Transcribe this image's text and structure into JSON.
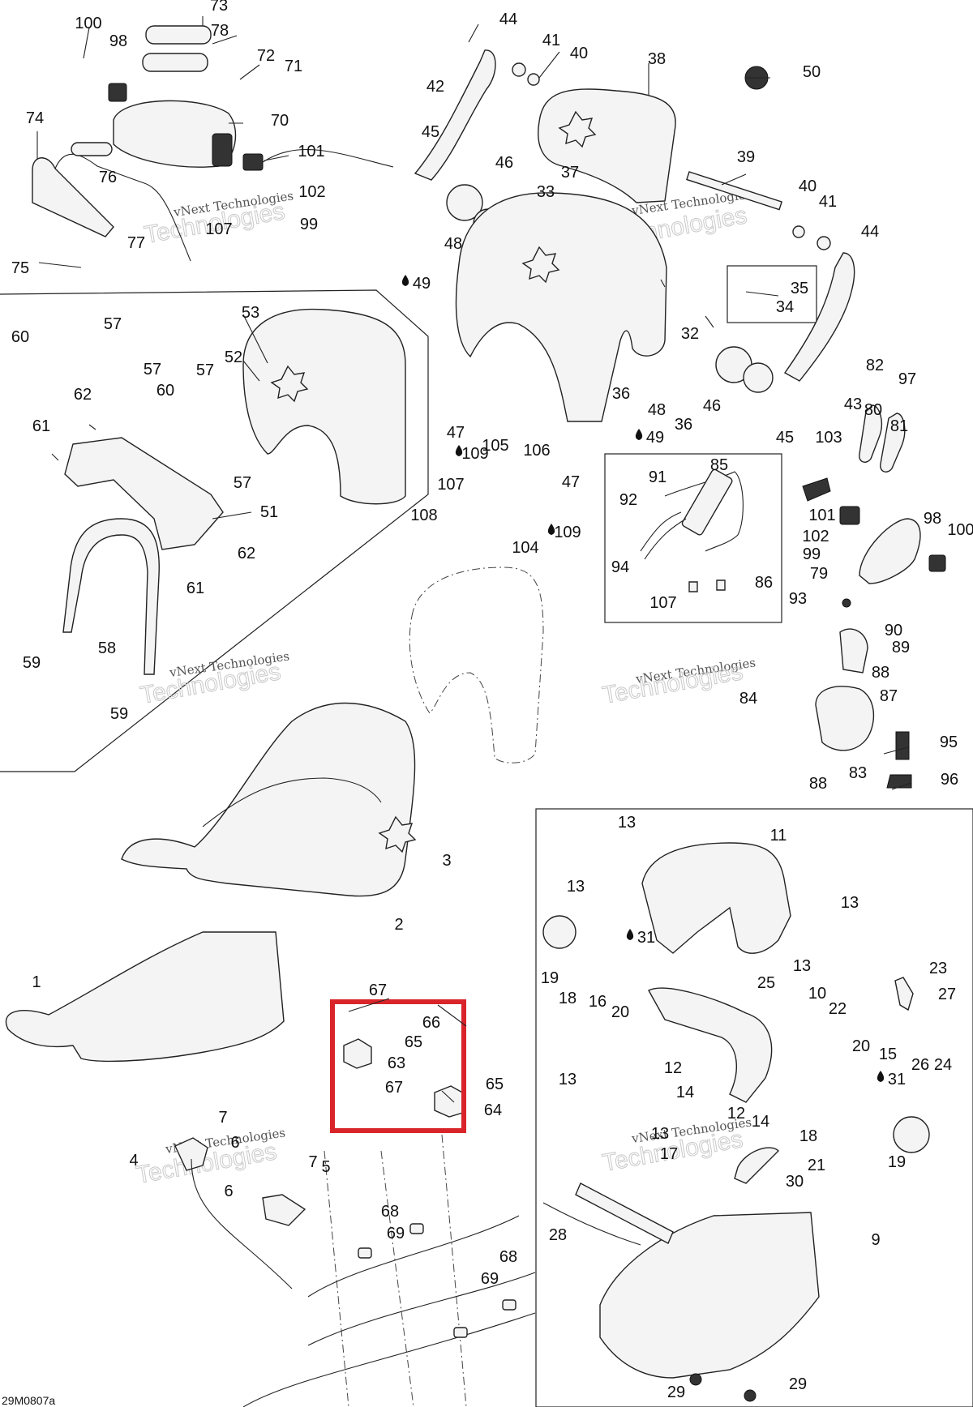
{
  "figure_id": "29M0807a",
  "highlight_color": "#d9252a",
  "watermark": {
    "small": "vNext Technologies",
    "large": "Technologies"
  },
  "callouts": [
    {
      "id": "c1",
      "text": "1"
    },
    {
      "id": "c2",
      "text": "2"
    },
    {
      "id": "c3",
      "text": "3"
    },
    {
      "id": "c4",
      "text": "4"
    },
    {
      "id": "c5",
      "text": "5"
    },
    {
      "id": "c6a",
      "text": "6"
    },
    {
      "id": "c6b",
      "text": "6"
    },
    {
      "id": "c7a",
      "text": "7"
    },
    {
      "id": "c7b",
      "text": "7"
    },
    {
      "id": "c9",
      "text": "9"
    },
    {
      "id": "c10",
      "text": "10"
    },
    {
      "id": "c11",
      "text": "11"
    },
    {
      "id": "c12a",
      "text": "12"
    },
    {
      "id": "c12b",
      "text": "12"
    },
    {
      "id": "c13a",
      "text": "13"
    },
    {
      "id": "c13b",
      "text": "13"
    },
    {
      "id": "c13c",
      "text": "13"
    },
    {
      "id": "c13d",
      "text": "13"
    },
    {
      "id": "c13e",
      "text": "13"
    },
    {
      "id": "c13f",
      "text": "13"
    },
    {
      "id": "c14a",
      "text": "14"
    },
    {
      "id": "c14b",
      "text": "14"
    },
    {
      "id": "c15",
      "text": "15"
    },
    {
      "id": "c16",
      "text": "16"
    },
    {
      "id": "c17",
      "text": "17"
    },
    {
      "id": "c18a",
      "text": "18"
    },
    {
      "id": "c18b",
      "text": "18"
    },
    {
      "id": "c19a",
      "text": "19"
    },
    {
      "id": "c19b",
      "text": "19"
    },
    {
      "id": "c20a",
      "text": "20"
    },
    {
      "id": "c20b",
      "text": "20"
    },
    {
      "id": "c21",
      "text": "21"
    },
    {
      "id": "c22",
      "text": "22"
    },
    {
      "id": "c23",
      "text": "23"
    },
    {
      "id": "c24",
      "text": "24"
    },
    {
      "id": "c25",
      "text": "25"
    },
    {
      "id": "c26",
      "text": "26"
    },
    {
      "id": "c27",
      "text": "27"
    },
    {
      "id": "c28",
      "text": "28"
    },
    {
      "id": "c29a",
      "text": "29"
    },
    {
      "id": "c29b",
      "text": "29"
    },
    {
      "id": "c30",
      "text": "30"
    },
    {
      "id": "c31a",
      "text": "31"
    },
    {
      "id": "c31b",
      "text": "31"
    },
    {
      "id": "c32",
      "text": "32"
    },
    {
      "id": "c33",
      "text": "33"
    },
    {
      "id": "c34",
      "text": "34"
    },
    {
      "id": "c35",
      "text": "35"
    },
    {
      "id": "c36a",
      "text": "36"
    },
    {
      "id": "c36b",
      "text": "36"
    },
    {
      "id": "c37",
      "text": "37"
    },
    {
      "id": "c38",
      "text": "38"
    },
    {
      "id": "c39",
      "text": "39"
    },
    {
      "id": "c40a",
      "text": "40"
    },
    {
      "id": "c40b",
      "text": "40"
    },
    {
      "id": "c41a",
      "text": "41"
    },
    {
      "id": "c41b",
      "text": "41"
    },
    {
      "id": "c42",
      "text": "42"
    },
    {
      "id": "c43",
      "text": "43"
    },
    {
      "id": "c44a",
      "text": "44"
    },
    {
      "id": "c44b",
      "text": "44"
    },
    {
      "id": "c45a",
      "text": "45"
    },
    {
      "id": "c45b",
      "text": "45"
    },
    {
      "id": "c46a",
      "text": "46"
    },
    {
      "id": "c46b",
      "text": "46"
    },
    {
      "id": "c47a",
      "text": "47"
    },
    {
      "id": "c47b",
      "text": "47"
    },
    {
      "id": "c48a",
      "text": "48"
    },
    {
      "id": "c48b",
      "text": "48"
    },
    {
      "id": "c49a",
      "text": "49"
    },
    {
      "id": "c49b",
      "text": "49"
    },
    {
      "id": "c50",
      "text": "50"
    },
    {
      "id": "c51",
      "text": "51"
    },
    {
      "id": "c52",
      "text": "52"
    },
    {
      "id": "c53",
      "text": "53"
    },
    {
      "id": "c57a",
      "text": "57"
    },
    {
      "id": "c57b",
      "text": "57"
    },
    {
      "id": "c57c",
      "text": "57"
    },
    {
      "id": "c57d",
      "text": "57"
    },
    {
      "id": "c58",
      "text": "58"
    },
    {
      "id": "c59a",
      "text": "59"
    },
    {
      "id": "c59b",
      "text": "59"
    },
    {
      "id": "c60a",
      "text": "60"
    },
    {
      "id": "c60b",
      "text": "60"
    },
    {
      "id": "c61a",
      "text": "61"
    },
    {
      "id": "c61b",
      "text": "61"
    },
    {
      "id": "c62a",
      "text": "62"
    },
    {
      "id": "c62b",
      "text": "62"
    },
    {
      "id": "c63",
      "text": "63"
    },
    {
      "id": "c64",
      "text": "64"
    },
    {
      "id": "c65a",
      "text": "65"
    },
    {
      "id": "c65b",
      "text": "65"
    },
    {
      "id": "c66",
      "text": "66"
    },
    {
      "id": "c67a",
      "text": "67"
    },
    {
      "id": "c67b",
      "text": "67"
    },
    {
      "id": "c68a",
      "text": "68"
    },
    {
      "id": "c68b",
      "text": "68"
    },
    {
      "id": "c69a",
      "text": "69"
    },
    {
      "id": "c69b",
      "text": "69"
    },
    {
      "id": "c70",
      "text": "70"
    },
    {
      "id": "c71",
      "text": "71"
    },
    {
      "id": "c72",
      "text": "72"
    },
    {
      "id": "c73",
      "text": "73"
    },
    {
      "id": "c74",
      "text": "74"
    },
    {
      "id": "c75",
      "text": "75"
    },
    {
      "id": "c76",
      "text": "76"
    },
    {
      "id": "c77",
      "text": "77"
    },
    {
      "id": "c78",
      "text": "78"
    },
    {
      "id": "c79",
      "text": "79"
    },
    {
      "id": "c80",
      "text": "80"
    },
    {
      "id": "c81",
      "text": "81"
    },
    {
      "id": "c82",
      "text": "82"
    },
    {
      "id": "c83",
      "text": "83"
    },
    {
      "id": "c84",
      "text": "84"
    },
    {
      "id": "c85",
      "text": "85"
    },
    {
      "id": "c86",
      "text": "86"
    },
    {
      "id": "c87",
      "text": "87"
    },
    {
      "id": "c88a",
      "text": "88"
    },
    {
      "id": "c88b",
      "text": "88"
    },
    {
      "id": "c89",
      "text": "89"
    },
    {
      "id": "c90",
      "text": "90"
    },
    {
      "id": "c91",
      "text": "91"
    },
    {
      "id": "c92",
      "text": "92"
    },
    {
      "id": "c93",
      "text": "93"
    },
    {
      "id": "c94",
      "text": "94"
    },
    {
      "id": "c95",
      "text": "95"
    },
    {
      "id": "c96",
      "text": "96"
    },
    {
      "id": "c97",
      "text": "97"
    },
    {
      "id": "c98a",
      "text": "98"
    },
    {
      "id": "c98b",
      "text": "98"
    },
    {
      "id": "c99a",
      "text": "99"
    },
    {
      "id": "c99b",
      "text": "99"
    },
    {
      "id": "c100a",
      "text": "100"
    },
    {
      "id": "c100b",
      "text": "100"
    },
    {
      "id": "c101a",
      "text": "101"
    },
    {
      "id": "c101b",
      "text": "101"
    },
    {
      "id": "c102a",
      "text": "102"
    },
    {
      "id": "c102b",
      "text": "102"
    },
    {
      "id": "c103",
      "text": "103"
    },
    {
      "id": "c104",
      "text": "104"
    },
    {
      "id": "c105",
      "text": "105"
    },
    {
      "id": "c106",
      "text": "106"
    },
    {
      "id": "c107a",
      "text": "107"
    },
    {
      "id": "c107b",
      "text": "107"
    },
    {
      "id": "c107c",
      "text": "107"
    },
    {
      "id": "c108",
      "text": "108"
    },
    {
      "id": "c109a",
      "text": "109"
    },
    {
      "id": "c109b",
      "text": "109"
    }
  ]
}
